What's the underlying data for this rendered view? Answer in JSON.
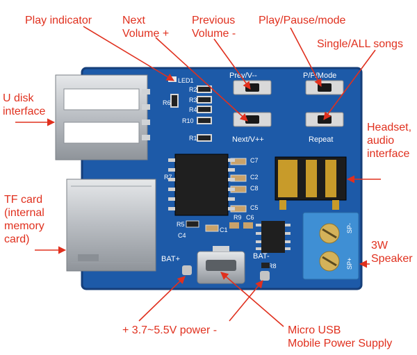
{
  "colors": {
    "callout": "#e0301e",
    "pcb": "#1d5aa8",
    "terminal": "#3f8fd4",
    "metal": "#c8ccd0",
    "chip": "#1f1f1f"
  },
  "callouts": {
    "play_indicator": "Play indicator",
    "next_volume": "Next\nVolume +",
    "previous_volume": "Previous\nVolume -",
    "play_pause_mode": "Play/Pause/mode",
    "single_all_songs": "Single/ALL songs",
    "u_disk": "U disk\ninterface",
    "headset": "Headset,\naudio\ninterface",
    "tf_card": "TF card\n(internal\nmemory\ncard)",
    "speaker": "3W\nSpeaker",
    "power": "+ 3.7~5.5V power -",
    "micro_usb": "Micro USB\nMobile Power Supply"
  },
  "board_labels": {
    "led1": "LED1",
    "r2": "R2",
    "r3": "R3",
    "r4": "R4",
    "r6": "R6",
    "r10": "R10",
    "r1": "R1",
    "r7": "R7",
    "r5": "R5",
    "r8": "R8",
    "c7": "C7",
    "c2": "C2",
    "c8": "C8",
    "c5": "C5",
    "c1": "C1",
    "c4": "C4",
    "r9": "R9",
    "c6": "C6",
    "prev": "Prev/V--",
    "ppmode": "P/P/Mode",
    "next": "Next/V++",
    "repeat": "Repeat",
    "bat_plus": "BAT+",
    "bat_minus": "BAT-",
    "spk_minus": "SP-",
    "spk_plus": "SP+"
  },
  "icons": {
    "buttons": "push-button-icon",
    "screws": "screw-terminal-icon"
  }
}
